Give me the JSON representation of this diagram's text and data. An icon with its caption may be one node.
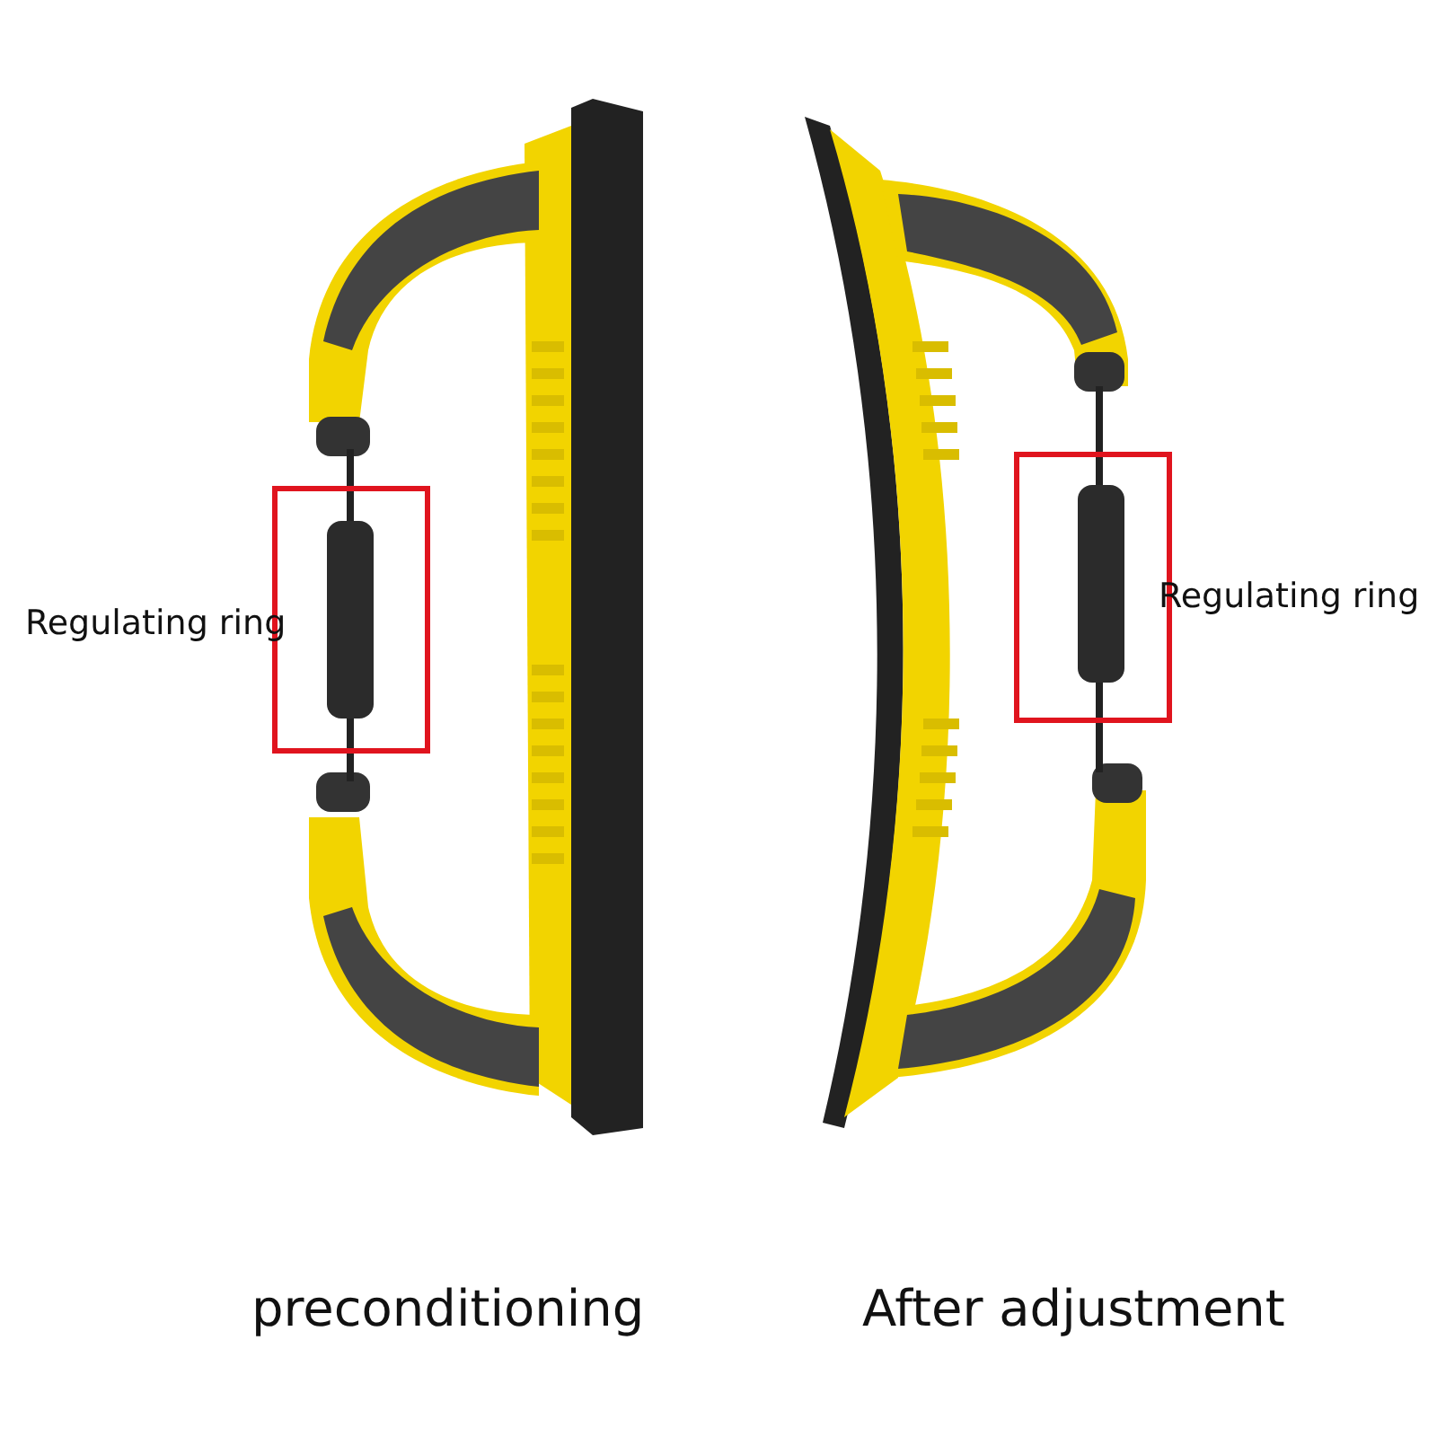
{
  "diagram": {
    "labels": [
      "Regulating ring",
      "Regulating ring",
      "preconditioning",
      "After adjustment"
    ]
  }
}
